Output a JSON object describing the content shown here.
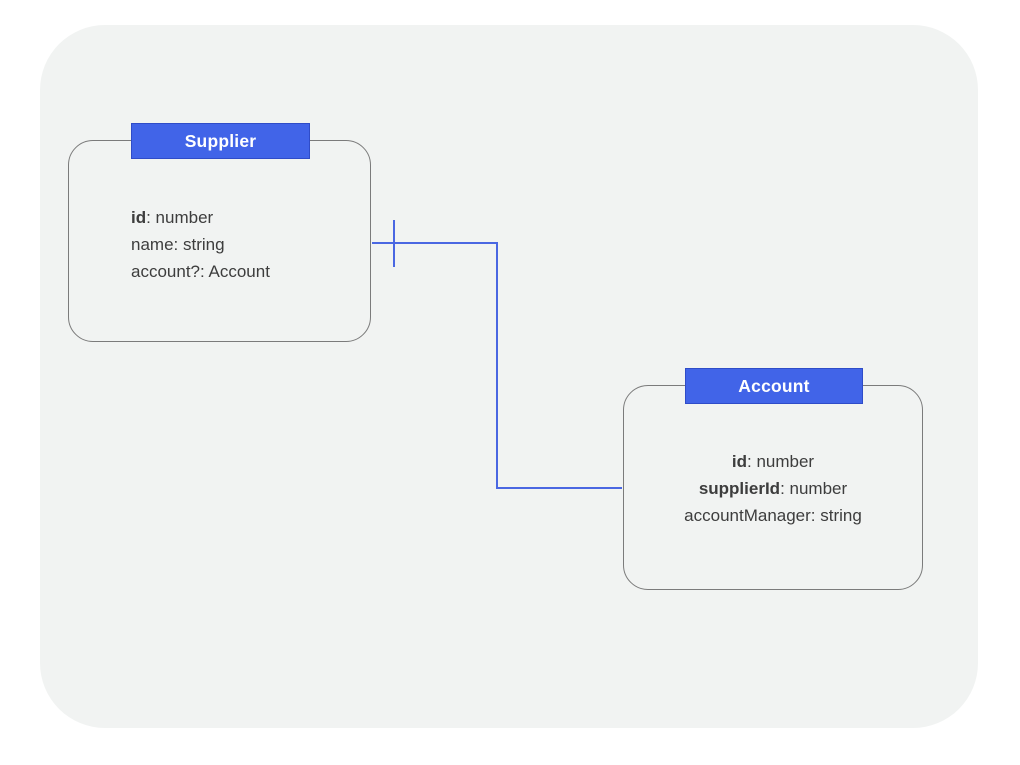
{
  "diagram": {
    "type": "entity-relationship",
    "canvas_background": "#f1f3f2",
    "page_background": "#ffffff"
  },
  "colors": {
    "header_fill": "#4164e8",
    "header_border": "#2f4cc8",
    "header_text": "#ffffff",
    "connector_blue": "#4a67e2",
    "box_border": "#7b7b7b",
    "field_text": "#3d3d3d"
  },
  "entities": [
    {
      "title": "Supplier",
      "fields": [
        {
          "name": "id",
          "suffix": ": number"
        },
        {
          "name": "name",
          "suffix": ": string"
        },
        {
          "name": "account?",
          "suffix": ": Account"
        }
      ]
    },
    {
      "title": "Account",
      "fields": [
        {
          "name": "id",
          "suffix": ": number"
        },
        {
          "name": "supplierId",
          "suffix": ": number"
        },
        {
          "name": "accountManager",
          "suffix": ": string"
        }
      ]
    }
  ],
  "relationship": {
    "from": "Supplier",
    "to": "Account",
    "cardinality_marker": "one"
  }
}
